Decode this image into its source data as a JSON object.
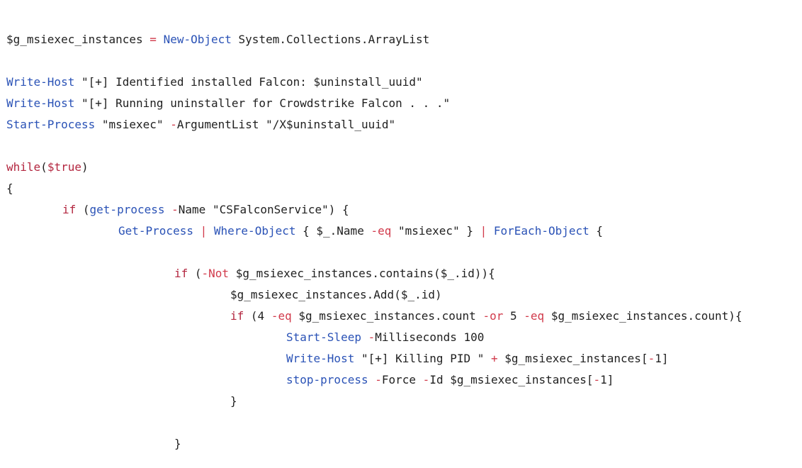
{
  "code_view": {
    "colors": {
      "background": "#ffffff",
      "plain": "#1f1f1f",
      "cmdlet": "#2a52b6",
      "keyword": "#b3263f",
      "operator": "#d13a4b"
    },
    "lines": [
      {
        "indent": 0,
        "tokens": [
          {
            "type": "var",
            "text": "$g_msiexec_instances"
          },
          {
            "type": "plain",
            "text": " "
          },
          {
            "type": "op",
            "text": "="
          },
          {
            "type": "plain",
            "text": " "
          },
          {
            "type": "cmd",
            "text": "New-Object"
          },
          {
            "type": "plain",
            "text": " System.Collections.ArrayList"
          }
        ]
      },
      {
        "indent": 0,
        "tokens": []
      },
      {
        "indent": 0,
        "tokens": [
          {
            "type": "cmd",
            "text": "Write-Host"
          },
          {
            "type": "plain",
            "text": " "
          },
          {
            "type": "str",
            "text": "\"[+] Identified installed Falcon: $uninstall_uuid\""
          }
        ]
      },
      {
        "indent": 0,
        "tokens": [
          {
            "type": "cmd",
            "text": "Write-Host"
          },
          {
            "type": "plain",
            "text": " "
          },
          {
            "type": "str",
            "text": "\"[+] Running uninstaller for Crowdstrike Falcon . . .\""
          }
        ]
      },
      {
        "indent": 0,
        "tokens": [
          {
            "type": "cmd",
            "text": "Start-Process"
          },
          {
            "type": "plain",
            "text": " "
          },
          {
            "type": "str",
            "text": "\"msiexec\""
          },
          {
            "type": "plain",
            "text": " "
          },
          {
            "type": "op",
            "text": "-"
          },
          {
            "type": "plain",
            "text": "ArgumentList "
          },
          {
            "type": "str",
            "text": "\"/X$uninstall_uuid\""
          }
        ]
      },
      {
        "indent": 0,
        "tokens": []
      },
      {
        "indent": 0,
        "tokens": [
          {
            "type": "kw",
            "text": "while"
          },
          {
            "type": "punct",
            "text": "("
          },
          {
            "type": "kw",
            "text": "$true"
          },
          {
            "type": "punct",
            "text": ")"
          }
        ]
      },
      {
        "indent": 0,
        "tokens": [
          {
            "type": "punct",
            "text": "{"
          }
        ]
      },
      {
        "indent": 1,
        "tokens": [
          {
            "type": "kw",
            "text": "if"
          },
          {
            "type": "plain",
            "text": " ("
          },
          {
            "type": "cmd",
            "text": "get-process"
          },
          {
            "type": "plain",
            "text": " "
          },
          {
            "type": "op",
            "text": "-"
          },
          {
            "type": "plain",
            "text": "Name "
          },
          {
            "type": "str",
            "text": "\"CSFalconService\""
          },
          {
            "type": "plain",
            "text": ") {"
          }
        ]
      },
      {
        "indent": 2,
        "tokens": [
          {
            "type": "cmd",
            "text": "Get-Process"
          },
          {
            "type": "plain",
            "text": " "
          },
          {
            "type": "op",
            "text": "|"
          },
          {
            "type": "plain",
            "text": " "
          },
          {
            "type": "cmd",
            "text": "Where-Object"
          },
          {
            "type": "plain",
            "text": " { "
          },
          {
            "type": "var",
            "text": "$_"
          },
          {
            "type": "plain",
            "text": ".Name "
          },
          {
            "type": "op",
            "text": "-eq"
          },
          {
            "type": "plain",
            "text": " "
          },
          {
            "type": "str",
            "text": "\"msiexec\""
          },
          {
            "type": "plain",
            "text": " } "
          },
          {
            "type": "op",
            "text": "|"
          },
          {
            "type": "plain",
            "text": " "
          },
          {
            "type": "cmd",
            "text": "ForEach-Object"
          },
          {
            "type": "plain",
            "text": " {"
          }
        ]
      },
      {
        "indent": 0,
        "tokens": []
      },
      {
        "indent": 3,
        "tokens": [
          {
            "type": "kw",
            "text": "if"
          },
          {
            "type": "plain",
            "text": " ("
          },
          {
            "type": "op",
            "text": "-Not"
          },
          {
            "type": "plain",
            "text": " "
          },
          {
            "type": "var",
            "text": "$g_msiexec_instances"
          },
          {
            "type": "plain",
            "text": ".contains("
          },
          {
            "type": "var",
            "text": "$_"
          },
          {
            "type": "plain",
            "text": ".id)){"
          }
        ]
      },
      {
        "indent": 4,
        "tokens": [
          {
            "type": "var",
            "text": "$g_msiexec_instances"
          },
          {
            "type": "plain",
            "text": ".Add("
          },
          {
            "type": "var",
            "text": "$_"
          },
          {
            "type": "plain",
            "text": ".id)"
          }
        ]
      },
      {
        "indent": 4,
        "tokens": [
          {
            "type": "kw",
            "text": "if"
          },
          {
            "type": "plain",
            "text": " ("
          },
          {
            "type": "num",
            "text": "4"
          },
          {
            "type": "plain",
            "text": " "
          },
          {
            "type": "op",
            "text": "-eq"
          },
          {
            "type": "plain",
            "text": " "
          },
          {
            "type": "var",
            "text": "$g_msiexec_instances"
          },
          {
            "type": "plain",
            "text": ".count "
          },
          {
            "type": "op",
            "text": "-or"
          },
          {
            "type": "plain",
            "text": " "
          },
          {
            "type": "num",
            "text": "5"
          },
          {
            "type": "plain",
            "text": " "
          },
          {
            "type": "op",
            "text": "-eq"
          },
          {
            "type": "plain",
            "text": " "
          },
          {
            "type": "var",
            "text": "$g_msiexec_instances"
          },
          {
            "type": "plain",
            "text": ".count){"
          }
        ]
      },
      {
        "indent": 5,
        "tokens": [
          {
            "type": "cmd",
            "text": "Start-Sleep"
          },
          {
            "type": "plain",
            "text": " "
          },
          {
            "type": "op",
            "text": "-"
          },
          {
            "type": "plain",
            "text": "Milliseconds "
          },
          {
            "type": "num",
            "text": "100"
          }
        ]
      },
      {
        "indent": 5,
        "tokens": [
          {
            "type": "cmd",
            "text": "Write-Host"
          },
          {
            "type": "plain",
            "text": " "
          },
          {
            "type": "str",
            "text": "\"[+] Killing PID \""
          },
          {
            "type": "plain",
            "text": " "
          },
          {
            "type": "op",
            "text": "+"
          },
          {
            "type": "plain",
            "text": " "
          },
          {
            "type": "var",
            "text": "$g_msiexec_instances"
          },
          {
            "type": "plain",
            "text": "["
          },
          {
            "type": "op",
            "text": "-"
          },
          {
            "type": "num",
            "text": "1"
          },
          {
            "type": "plain",
            "text": "]"
          }
        ]
      },
      {
        "indent": 5,
        "tokens": [
          {
            "type": "cmd",
            "text": "stop-process"
          },
          {
            "type": "plain",
            "text": " "
          },
          {
            "type": "op",
            "text": "-"
          },
          {
            "type": "plain",
            "text": "Force "
          },
          {
            "type": "op",
            "text": "-"
          },
          {
            "type": "plain",
            "text": "Id "
          },
          {
            "type": "var",
            "text": "$g_msiexec_instances"
          },
          {
            "type": "plain",
            "text": "["
          },
          {
            "type": "op",
            "text": "-"
          },
          {
            "type": "num",
            "text": "1"
          },
          {
            "type": "plain",
            "text": "]"
          }
        ]
      },
      {
        "indent": 4,
        "tokens": [
          {
            "type": "punct",
            "text": "}"
          }
        ]
      },
      {
        "indent": 0,
        "tokens": []
      },
      {
        "indent": 3,
        "tokens": [
          {
            "type": "punct",
            "text": "}"
          }
        ]
      }
    ]
  }
}
